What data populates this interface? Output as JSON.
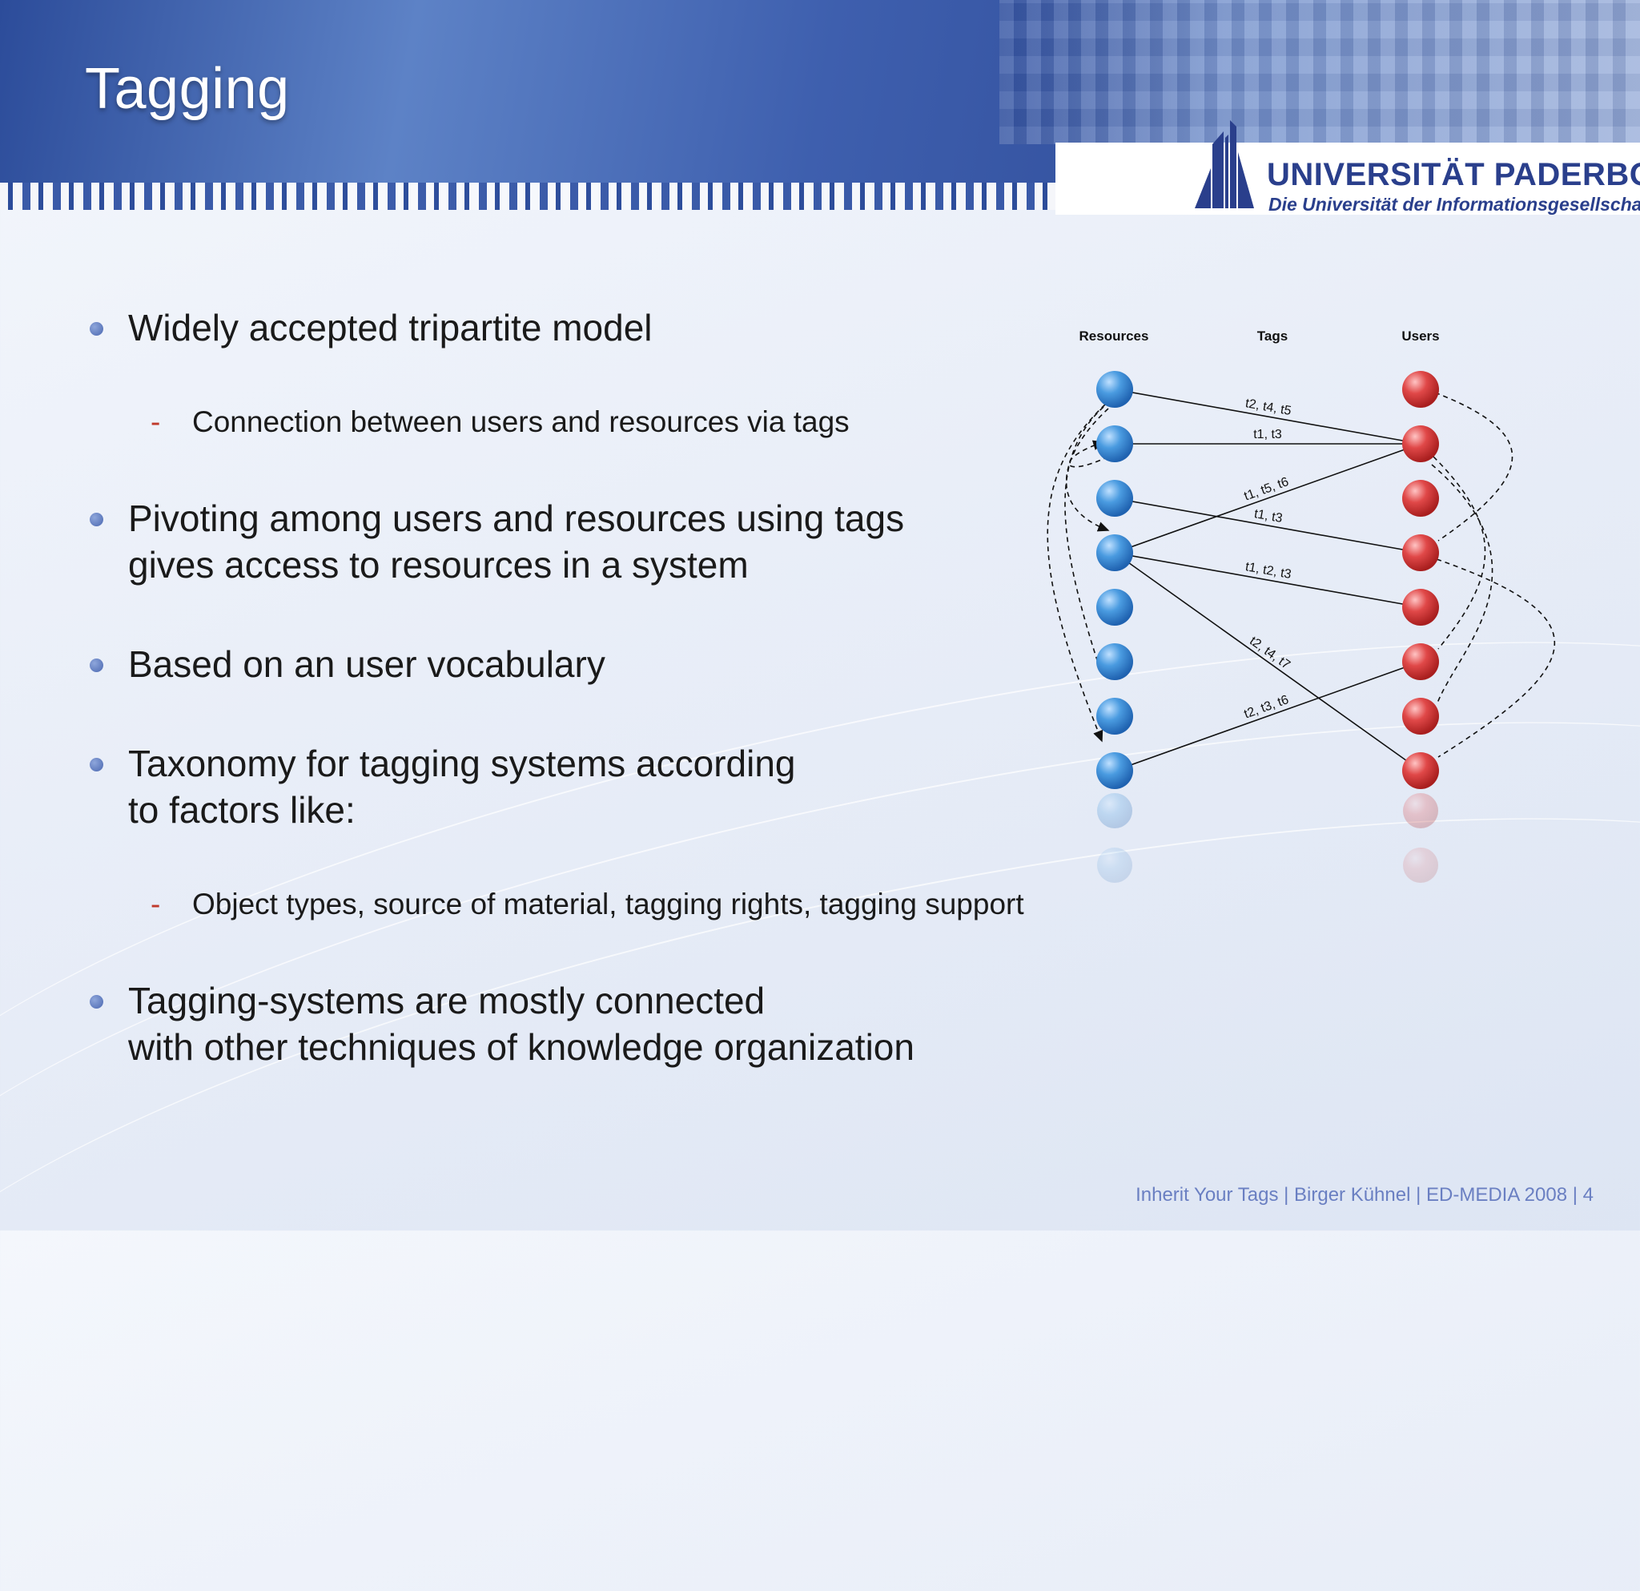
{
  "slide": {
    "title": "Tagging",
    "footer": "Inherit Your Tags | Birger Kühnel | ED-MEDIA 2008  |  4"
  },
  "logo": {
    "name": "UNIVERSITÄT PADERBORN",
    "subtitle": "Die Universität der Informationsgesellschaft"
  },
  "bullets": [
    {
      "text": "Widely accepted tripartite model",
      "sub": [
        "Connection between users and resources via tags"
      ]
    },
    {
      "text": [
        "Pivoting among users and resources using tags",
        "gives access to resources in a system"
      ]
    },
    {
      "text": "Based on an user vocabulary"
    },
    {
      "text": [
        "Taxonomy for tagging systems according",
        "to factors like:"
      ],
      "sub": [
        "Object types, source of material, tagging rights, tagging support"
      ]
    },
    {
      "text": [
        "Tagging-systems are mostly connected",
        "with other techniques of knowledge organization"
      ]
    }
  ],
  "diagram": {
    "columns": {
      "resources": "Resources",
      "tags": "Tags",
      "users": "Users"
    },
    "resource_count": 8,
    "user_count": 8,
    "edges": [
      {
        "resource": 1,
        "user": 2,
        "label": "t2, t4, t5"
      },
      {
        "resource": 2,
        "user": 2,
        "label": "t1, t3"
      },
      {
        "resource": 4,
        "user": 2,
        "label": "t1, t5, t6"
      },
      {
        "resource": 3,
        "user": 4,
        "label": "t1, t3"
      },
      {
        "resource": 4,
        "user": 5,
        "label": "t1, t2, t3"
      },
      {
        "resource": 4,
        "user": 8,
        "label": "t2, t4, t7"
      },
      {
        "resource": 8,
        "user": 6,
        "label": "t2, t3, t6"
      }
    ],
    "colors": {
      "resource": "#3d8fd8",
      "user": "#d93a3a"
    }
  }
}
